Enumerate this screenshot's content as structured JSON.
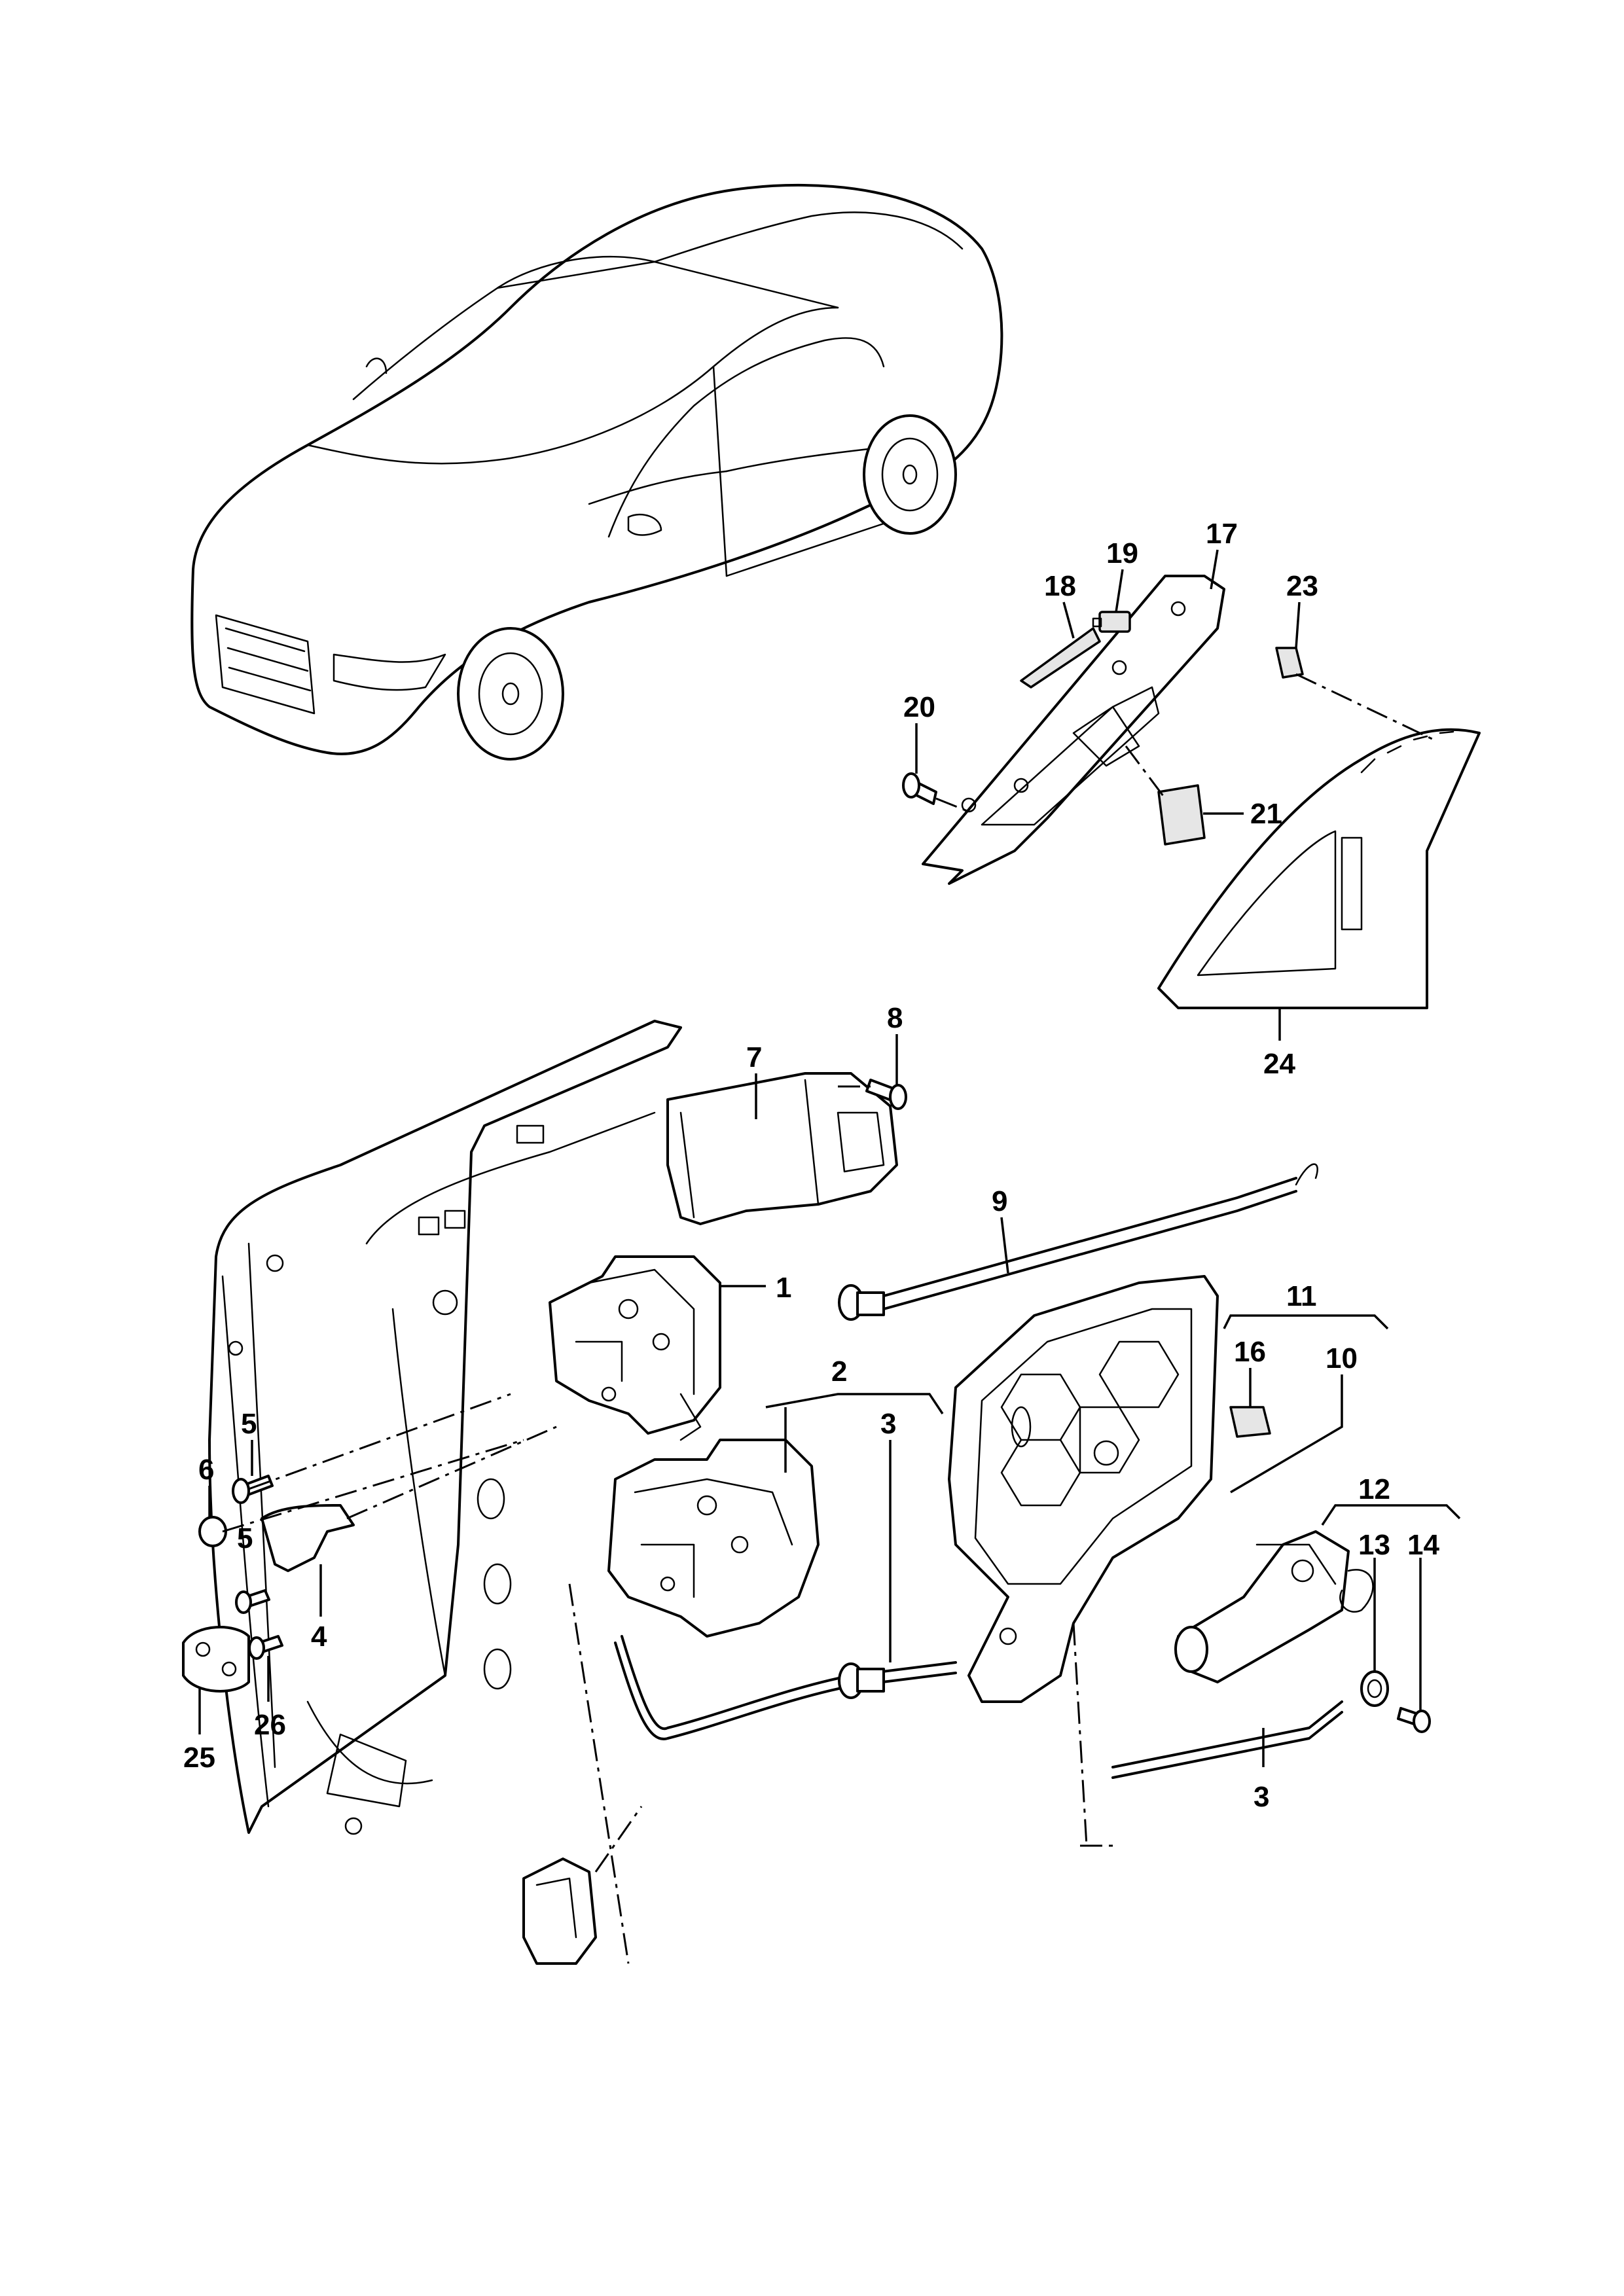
{
  "callouts": [
    {
      "id": "c1",
      "text": "1"
    },
    {
      "id": "c2",
      "text": "2"
    },
    {
      "id": "c3a",
      "text": "3"
    },
    {
      "id": "c3b",
      "text": "3"
    },
    {
      "id": "c4",
      "text": "4"
    },
    {
      "id": "c5a",
      "text": "5"
    },
    {
      "id": "c5b",
      "text": "5"
    },
    {
      "id": "c6",
      "text": "6"
    },
    {
      "id": "c7",
      "text": "7"
    },
    {
      "id": "c8",
      "text": "8"
    },
    {
      "id": "c9",
      "text": "9"
    },
    {
      "id": "c10",
      "text": "10"
    },
    {
      "id": "c11",
      "text": "11"
    },
    {
      "id": "c12",
      "text": "12"
    },
    {
      "id": "c13",
      "text": "13"
    },
    {
      "id": "c14",
      "text": "14"
    },
    {
      "id": "c16",
      "text": "16"
    },
    {
      "id": "c17",
      "text": "17"
    },
    {
      "id": "c18",
      "text": "18"
    },
    {
      "id": "c19",
      "text": "19"
    },
    {
      "id": "c20",
      "text": "20"
    },
    {
      "id": "c21",
      "text": "21"
    },
    {
      "id": "c23",
      "text": "23"
    },
    {
      "id": "c24",
      "text": "24"
    },
    {
      "id": "c25",
      "text": "25"
    },
    {
      "id": "c26",
      "text": "26"
    }
  ]
}
